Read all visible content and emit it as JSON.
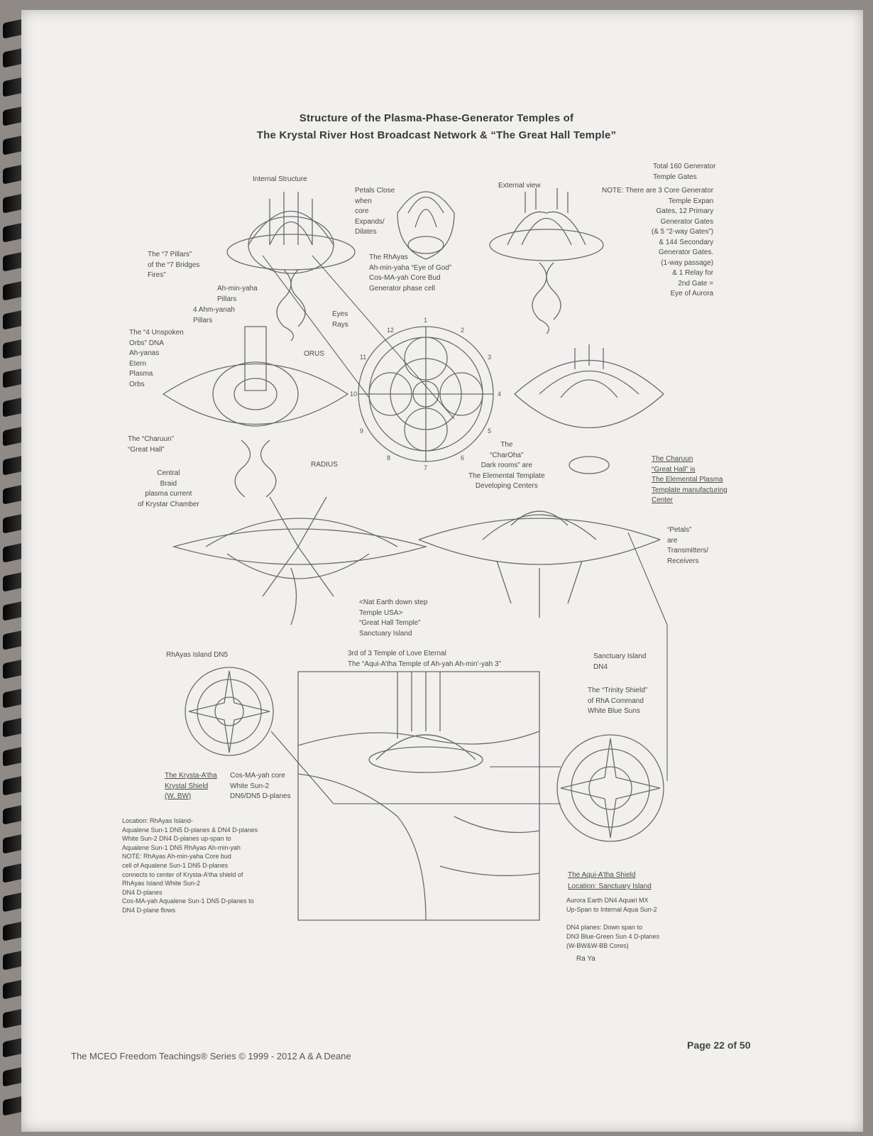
{
  "document": {
    "title_line1": "Structure of the Plasma-Phase-Generator Temples of",
    "title_line2": "The Krystal River Host Broadcast Network & “The Great Hall Temple”",
    "footer_left": "The MCEO Freedom Teachings® Series © 1999 - 2012 A & A Deane",
    "footer_right": "Page 22 of 50"
  },
  "labels": {
    "internal_structure": "Internal Structure",
    "petals_close": "Petals Close\nwhen\ncore\nExpands/\nDilates",
    "external_view": "External view",
    "total_gates": "Total 160 Generator\nTemple Gates",
    "note_gates": "NOTE: There are 3 Core Generator\nTemple Expan\nGates, 12 Primary\nGenerator Gates\n(& 5 “2-way Gates”)\n& 144 Secondary\nGenerator Gates.\n(1-way passage)\n& 1 Relay for\n2nd Gate =\nEye of Aurora",
    "seven_pillars": "The “7 Pillars”\nof the “7 Bridges\nFires”",
    "rhayas_eye": "The RhAyas\nAh-min-yaha “Eye of God”\nCos-MA-yah Core Bud\nGenerator phase cell",
    "ahminyaha_pillars": "Ah-min-yaha\nPillars",
    "ahmyanah_pillars": "4 Ahm-yanah\nPillars",
    "unspoken_orbs": "The “4 Unspoken\nOrbs” DNA\nAh-yanas\nEtern\nPlasma\nOrbs",
    "eyes_rays": "Eyes\nRays",
    "orus": "ORUS",
    "radius": "RADIUS",
    "charuun_great_hall": "The “Charuun”\n“Great Hall”",
    "central_braid": "Central\nBraid\nplasma current\nof Krystar Chamber",
    "charoha": "The\n“CharOha”\nDark rooms” are\nThe Elemental Template\nDeveloping Centers",
    "charuun_desc": "The Charuun\n“Great Hall” is\nThe Elemental Plasma\nTemplate manufacturing\nCenter",
    "petals_are": "“Petals”\nare\nTransmitters/\nReceivers",
    "nat_earth": "<Nat Earth down step\nTemple USA>\n“Great Hall Temple”\nSanctuary Island",
    "rhayas_island": "RhAyas Island DN5",
    "third_temple": "3rd of 3 Temple of Love Eternal\nThe “Aqui-A’tha Temple of Ah-yah Ah-min’-yah 3”",
    "sanctuary_dn4": "Sanctuary Island\nDN4",
    "trinity_shield": "The “Trinity Shield”\nof RhA Command\nWhite Blue Suns",
    "krysta_shield": "The Krysta-A’tha\nKrystal Shield\n(W. BW)",
    "cosmayah_core": "Cos-MA-yah core\nWhite Sun-2\nDN6/DN5 D-planes",
    "location_rhayas": "Location: RhAyas Island-\nAqualene Sun-1 DN5 D-planes & DN4 D-planes\nWhite Sun-2 DN4 D-planes up-span to\nAqualene Sun-1 DN5 RhAyas Ah-min-yah\nNOTE: RhAyas Ah-min-yaha Core bud\ncell of Aqualene Sun-1 DN5 D-planes\nconnects to center of Krysta-A’tha shield of\nRhAyas Island White Sun-2\nDN4 D-planes\nCos-MA-yah Aqualene Sun-1 DN5 D-planes to\nDN4 D-plane flows",
    "aqui_shield": "The Aqui-A’tha Shield",
    "location_sanctuary": "Location: Sanctuary Island",
    "aurora_earth": "Aurora Earth DN4 Aquari MX\nUp-Span to Internal Aqua Sun-2",
    "dn4_planes": "DN4 planes: Down span to\nDN3 Blue-Green Sun 4 D-planes\n(W-BW&W-BB Cores)",
    "ra_ya": "Ra      Ya"
  },
  "dial_numbers": [
    "1",
    "2",
    "3",
    "4",
    "5",
    "6",
    "7",
    "8",
    "9",
    "10",
    "11",
    "12"
  ],
  "colors": {
    "paper": "#f1f0ee",
    "ink": "#4a4a4a",
    "background": "#8f8a86",
    "binding": "#0a0a0a"
  }
}
